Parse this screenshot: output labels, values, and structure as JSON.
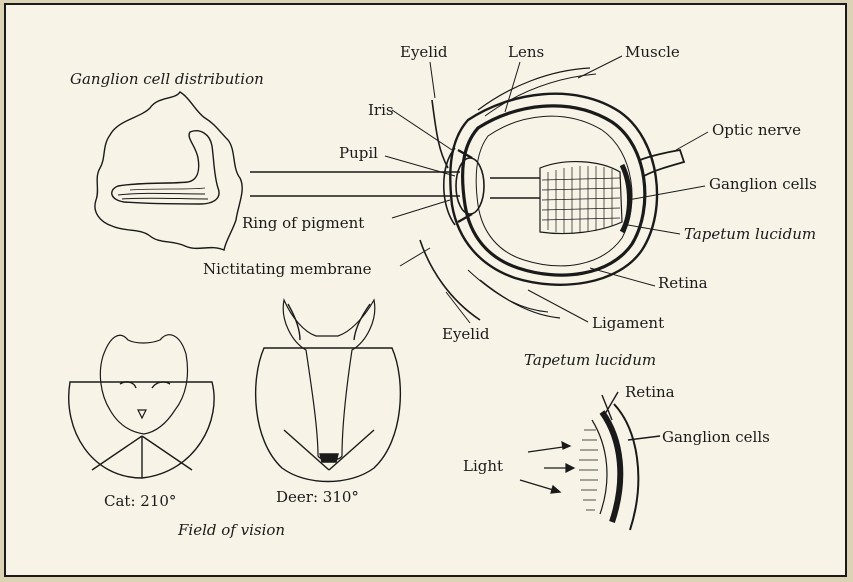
{
  "labels": {
    "ganglion_distribution": "Ganglion cell distribution",
    "eyelid_top": "Eyelid",
    "lens": "Lens",
    "muscle": "Muscle",
    "iris": "Iris",
    "optic_nerve": "Optic nerve",
    "pupil": "Pupil",
    "ganglion_cells": "Ganglion cells",
    "ring_of_pigment": "Ring of pigment",
    "tapetum_lucidum": "Tapetum lucidum",
    "nictitating_membrane": "Nictitating membrane",
    "retina": "Retina",
    "ligament": "Ligament",
    "eyelid_bottom": "Eyelid",
    "tapetum_lucidum_detail": "Tapetum lucidum",
    "retina_detail": "Retina",
    "ganglion_cells_detail": "Ganglion cells",
    "light": "Light",
    "cat_caption": "Cat: 210°",
    "deer_caption": "Deer: 310°",
    "field_of_vision": "Field of vision"
  },
  "colors": {
    "ink": "#1a1a1a",
    "paper": "#f7f3e6",
    "background": "#dcd2b4"
  }
}
